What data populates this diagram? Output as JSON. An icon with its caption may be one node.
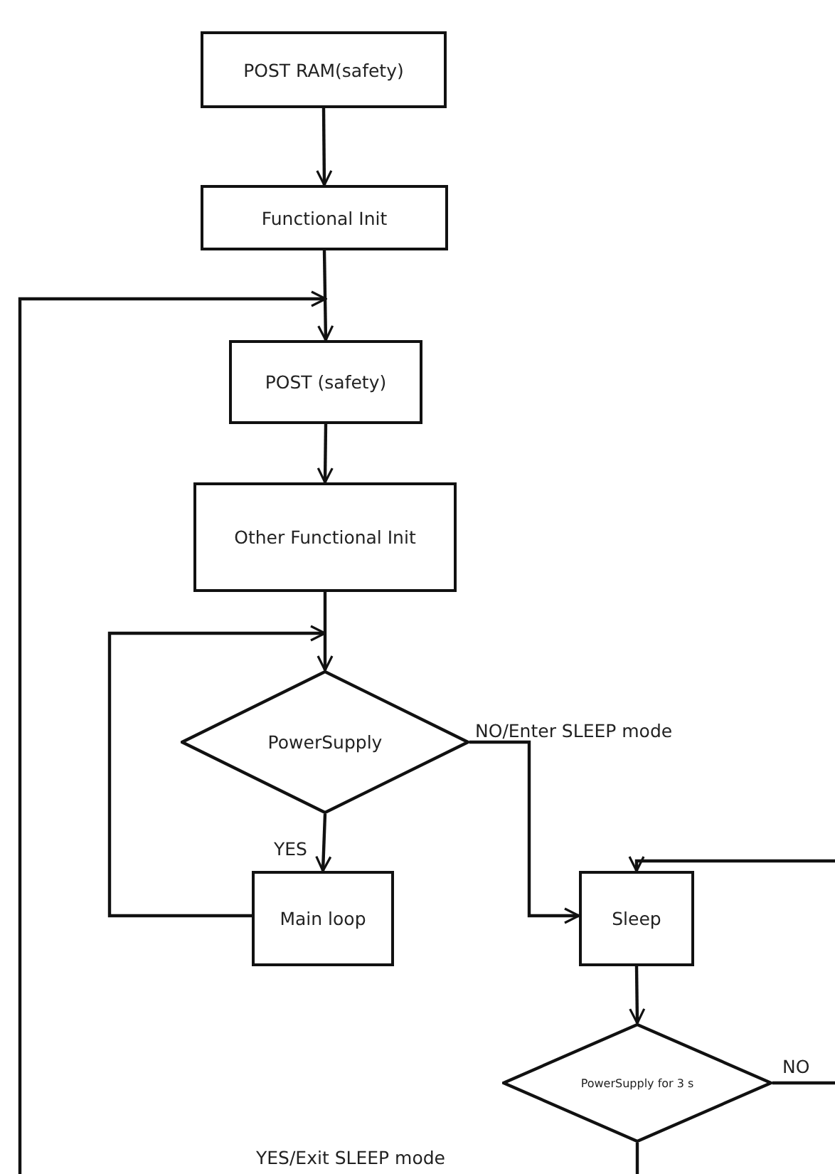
{
  "diagram": {
    "nodes": [
      {
        "text": [
          "POST RAM(safety)"
        ]
      },
      {
        "text": [
          "Functional Init"
        ]
      },
      {
        "text": [
          "POST (safety)"
        ]
      },
      {
        "text": [
          "Other Functional Init"
        ]
      },
      {
        "text": [
          "PowerSupply"
        ]
      },
      {
        "text": [
          "Main loop"
        ]
      },
      {
        "text": [
          "Sleep"
        ]
      },
      {
        "text": [
          "PowerSupply for 3 s"
        ]
      }
    ],
    "edges": [
      {
        "from": 0,
        "to": 1,
        "arrow": "to"
      },
      {
        "from": 1,
        "to": 2,
        "arrow": "to"
      },
      {
        "from": 2,
        "to": 3,
        "arrow": "to"
      },
      {
        "from": 3,
        "to": 4,
        "arrow": "to"
      },
      {
        "from": 4,
        "to": 5,
        "arrow": "to",
        "label": "YES"
      },
      {
        "from": 5,
        "to": 4,
        "arrow": "to"
      },
      {
        "from": 4,
        "to": 6,
        "arrow": "to",
        "label": "NO/Enter SLEEP mode"
      },
      {
        "from": 6,
        "to": 7,
        "arrow": "to"
      },
      {
        "from": 7,
        "to": 6,
        "arrow": "to",
        "label": "NO"
      },
      {
        "from": 7,
        "to": 2,
        "arrow": "to",
        "label": "YES/Exit SLEEP mode"
      }
    ]
  }
}
